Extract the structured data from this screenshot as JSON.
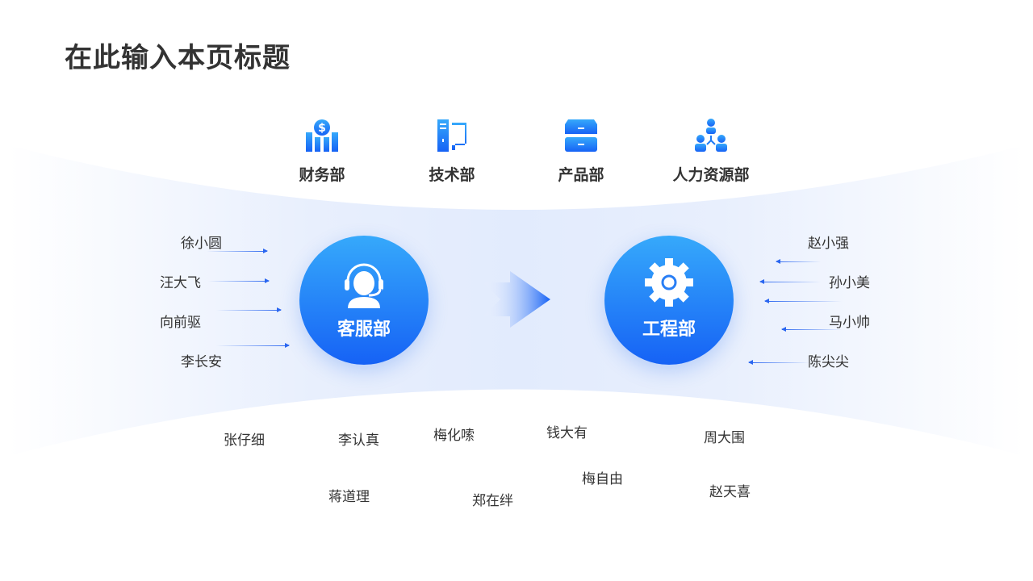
{
  "title": "在此输入本页标题",
  "departments": [
    {
      "label": "财务部",
      "icon": "finance-icon"
    },
    {
      "label": "技术部",
      "icon": "computer-icon"
    },
    {
      "label": "产品部",
      "icon": "cabinet-icon"
    },
    {
      "label": "人力资源部",
      "icon": "org-icon"
    }
  ],
  "source": {
    "label": "客服部",
    "icon": "headset-icon"
  },
  "target": {
    "label": "工程部",
    "icon": "gear-icon"
  },
  "left_names": [
    "徐小圆",
    "汪大飞",
    "向前驱",
    "李长安"
  ],
  "right_names": [
    "赵小强",
    "孙小美",
    "马小帅",
    "陈尖尖"
  ],
  "bottom_names": [
    "张仔细",
    "李认真",
    "梅化嗦",
    "钱大有",
    "周大围",
    "蒋道理",
    "郑在绊",
    "梅自由",
    "赵天喜"
  ],
  "colors": {
    "accent": "#1662f5",
    "accent_light": "#36a9fb"
  }
}
